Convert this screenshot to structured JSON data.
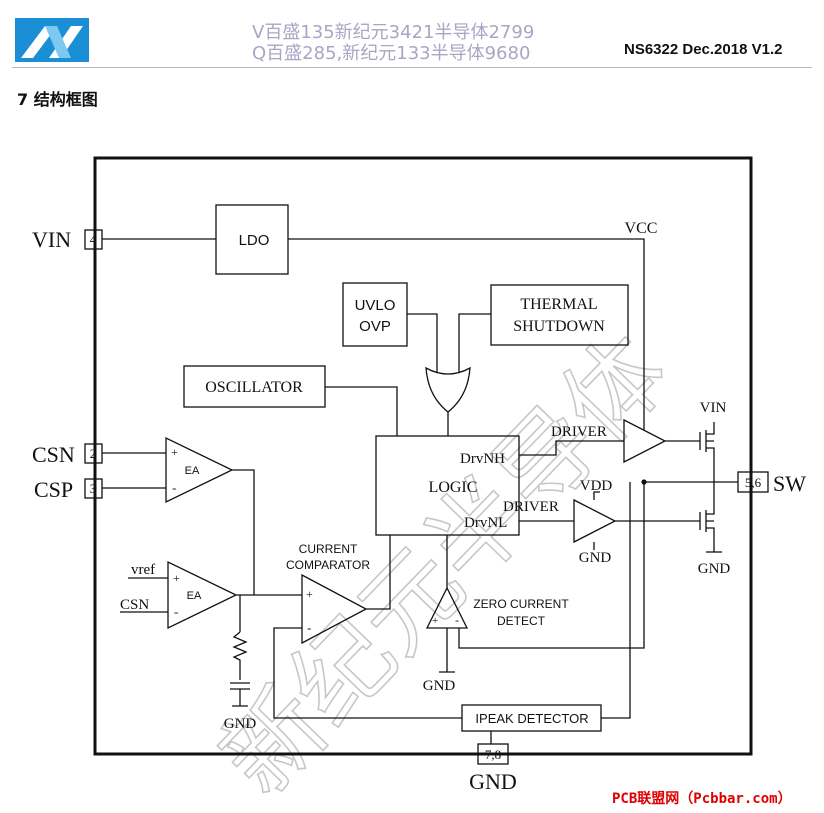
{
  "header": {
    "watermark_line1": "V百盛135新纪元3421半导体2799",
    "watermark_line2": "Q百盛285,新纪元133半导体9680",
    "doc_version": "NS6322 Dec.2018 V1.2"
  },
  "section_title": "7  结构框图",
  "pins": {
    "vin_name": "VIN",
    "vin_num": "4",
    "csn_name": "CSN",
    "csn_num": "2",
    "csp_name": "CSP",
    "csp_num": "3",
    "sw_name": "SW",
    "sw_num": "5,6",
    "gnd_name": "GND",
    "gnd_num": "7,8"
  },
  "blocks": {
    "ldo": "LDO",
    "uvlo_line1": "UVLO",
    "uvlo_line2": "OVP",
    "thermal_line1": "THERMAL",
    "thermal_line2": "SHUTDOWN",
    "oscillator": "OSCILLATOR",
    "logic": "LOGIC",
    "drvnh": "DrvNH",
    "drvnl": "DrvNL",
    "ipeak": "IPEAK DETECTOR"
  },
  "labels": {
    "vcc": "VCC",
    "vin_top": "VIN",
    "vdd": "VDD",
    "driver_high": "DRIVER",
    "driver_low": "DRIVER",
    "gnd_driver": "GND",
    "gnd_lowfet": "GND",
    "ea1": "EA",
    "ea2": "EA",
    "vref": "vref",
    "csn_in": "CSN",
    "current_comp_line1": "CURRENT",
    "current_comp_line2": "COMPARATOR",
    "zero_line1": "ZERO CURRENT",
    "zero_line2": "DETECT",
    "gnd_resistor": "GND",
    "gnd_zero": "GND",
    "plus": "+",
    "minus": "-"
  },
  "background_watermark": "新纪元半导体",
  "footer": "PCB联盟网（Pcbbar.com）",
  "colors": {
    "logo_blue": "#1b8fd6",
    "watermark_text": "#a7a7c4",
    "footer_red": "#e00000"
  }
}
